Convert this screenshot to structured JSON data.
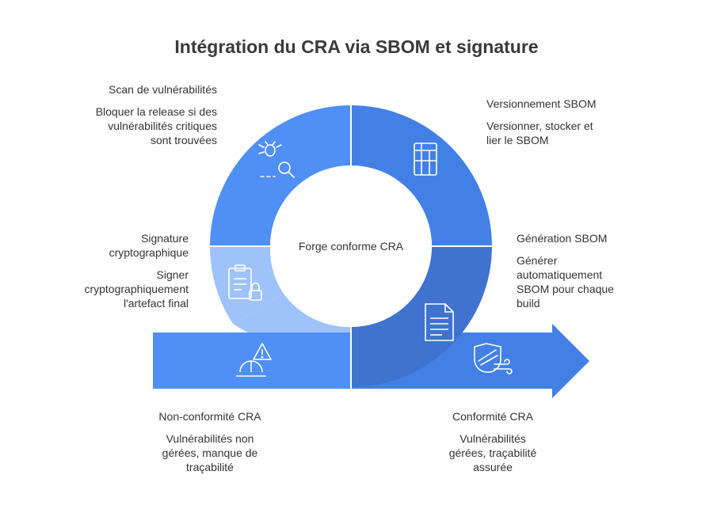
{
  "title": "Intégration du CRA via SBOM et signature",
  "center_label": "Forge conforme CRA",
  "steps": {
    "scan": {
      "title": "Scan de vulnérabilités",
      "description": "Bloquer la release si des vulnérabilités critiques sont trouvées",
      "icon": "bug-magnifier-icon",
      "color": "#4f8ff6"
    },
    "versioning": {
      "title": "Versionnement SBOM",
      "description": "Versionner, stocker et lier le SBOM",
      "icon": "document-stack-icon",
      "color": "#4280e6"
    },
    "generation": {
      "title": "Génération SBOM",
      "description": "Générer automatiquement SBOM pour chaque build",
      "icon": "document-icon",
      "color": "#3f73cf"
    },
    "signature": {
      "title": "Signature cryptographique",
      "description": "Signer cryptographiquement l'artefact final",
      "icon": "clipboard-lock-icon",
      "color": "#9fc2fb"
    },
    "non_compliance": {
      "title": "Non-conformité CRA",
      "description": "Vulnérabilités non gérées, manque de traçabilité",
      "icon": "warning-helmet-icon",
      "color": "#4f8ff6"
    },
    "compliance": {
      "title": "Conformité CRA",
      "description": "Vulnérabilités gérées, traçabilité assurée",
      "icon": "shield-wind-icon",
      "color": "#4280e6"
    }
  }
}
